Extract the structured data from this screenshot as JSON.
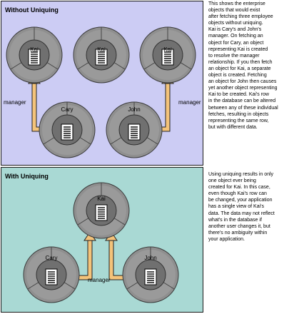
{
  "without_uniquing": {
    "title": "Without Uniquing",
    "objects": [
      "Kai",
      "Kai",
      "Kai",
      "Cary",
      "John"
    ],
    "manager_left": "manager",
    "manager_right": "manager",
    "description": [
      "This shows the enterprise",
      "objects that would exist",
      "after fetching three employee",
      "objects without uniquing.",
      "Kai is Cary's and John's",
      "manager. On fetching an",
      "object for Cary, an object",
      "representing Kai is created",
      "to resolve the manager",
      "relationship. If you then fetch",
      "an object for Kai, a separate",
      "object is created. Fetching",
      "an object for John then causes",
      "yet another object representing",
      "Kai to be created. Kai's row",
      "in the database can be altered",
      "between any of these individual",
      "fetches, resulting in objects",
      "representing the same row,",
      "but with different data."
    ]
  },
  "with_uniquing": {
    "title": "With Uniquing",
    "objects": [
      "Kai",
      "Cary",
      "John"
    ],
    "manager": "manager",
    "description": [
      "Using uniquing results in only",
      "one object ever being",
      "created for Kai. In this case,",
      "even though Kai's row can",
      "be changed, your application",
      "has a single view of Kai's",
      "data. The data may not reflect",
      "what's in the database if",
      "another user changes it, but",
      "there's no ambiguity within",
      "your application."
    ]
  },
  "colors": {
    "panel1_bg": "#ccccf4",
    "panel2_bg": "#a9d9d4",
    "object_ring": "#8c8c8c",
    "object_core": "#6e6e6e",
    "arrow": "#f4c37a"
  },
  "icons": [
    "document-icon",
    "arrow-icon"
  ]
}
